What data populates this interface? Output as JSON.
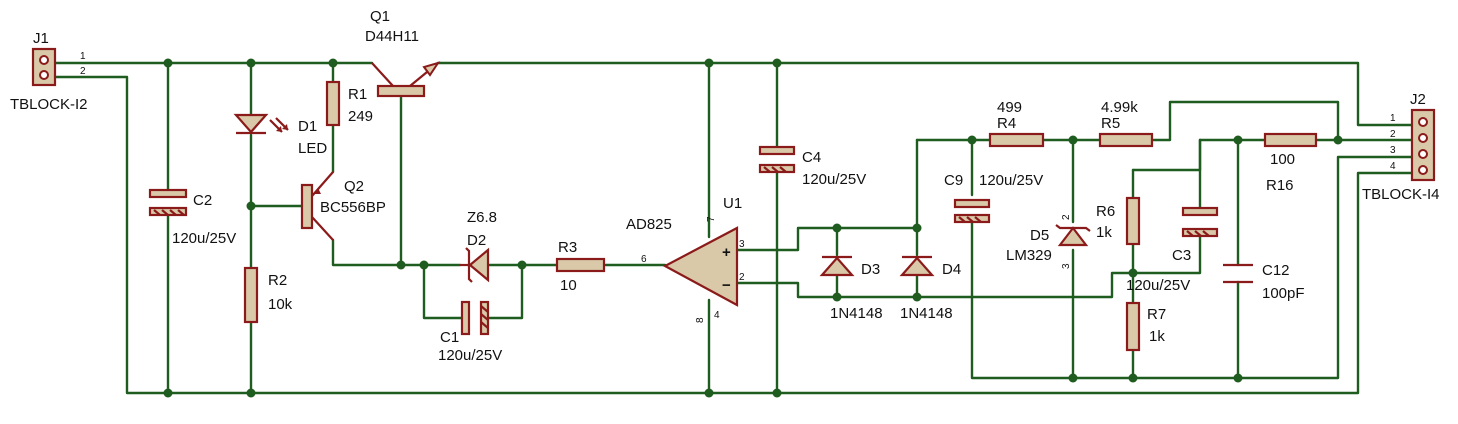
{
  "components": {
    "J1": {
      "ref": "J1",
      "value": "TBLOCK-I2",
      "pins": [
        "1",
        "2"
      ]
    },
    "J2": {
      "ref": "J2",
      "value": "TBLOCK-I4",
      "pins": [
        "1",
        "2",
        "3",
        "4"
      ]
    },
    "Q1": {
      "ref": "Q1",
      "value": "D44H11"
    },
    "Q2": {
      "ref": "Q2",
      "value": "BC556BP"
    },
    "R1": {
      "ref": "R1",
      "value": "249"
    },
    "R2": {
      "ref": "R2",
      "value": "10k"
    },
    "R3": {
      "ref": "R3",
      "value": "10"
    },
    "R4": {
      "ref": "R4",
      "value": "499"
    },
    "R5": {
      "ref": "R5",
      "value": "4.99k"
    },
    "R6": {
      "ref": "R6",
      "value": "1k"
    },
    "R7": {
      "ref": "R7",
      "value": "1k"
    },
    "R16": {
      "ref": "R16",
      "value": "100"
    },
    "D1": {
      "ref": "D1",
      "value": "LED"
    },
    "D2": {
      "ref": "D2",
      "value": "Z6.8"
    },
    "D3": {
      "ref": "D3",
      "value": "1N4148"
    },
    "D4": {
      "ref": "D4",
      "value": "1N4148"
    },
    "D5": {
      "ref": "D5",
      "value": "LM329",
      "pins": [
        "2",
        "3"
      ]
    },
    "C1": {
      "ref": "C1",
      "value": "120u/25V"
    },
    "C2": {
      "ref": "C2",
      "value": "120u/25V"
    },
    "C3": {
      "ref": "C3",
      "value": "120u/25V"
    },
    "C4": {
      "ref": "C4",
      "value": "120u/25V"
    },
    "C9": {
      "ref": "C9",
      "value": "120u/25V"
    },
    "C12": {
      "ref": "C12",
      "value": "100pF"
    },
    "U1": {
      "ref": "U1",
      "value": "AD825",
      "pins": [
        "7",
        "3",
        "2",
        "6",
        "8",
        "4"
      ],
      "plus": "+",
      "minus": "−"
    }
  },
  "colors": {
    "wire": "#1f5c1f",
    "component": "#8b1a1a",
    "fill": "#d9c9a8"
  }
}
